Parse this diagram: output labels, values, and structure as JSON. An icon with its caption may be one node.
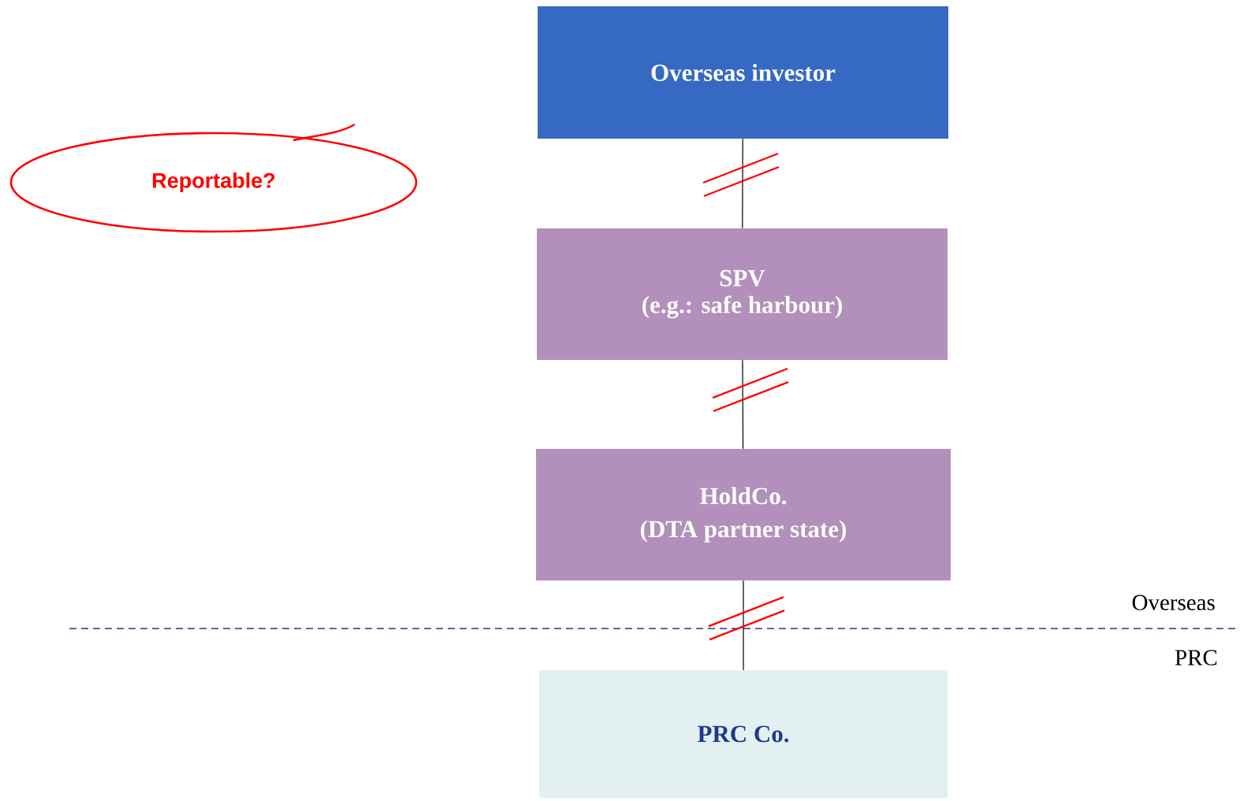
{
  "diagram": {
    "nodes": [
      {
        "text": [
          "Overseas  investor"
        ]
      },
      {
        "text": [
          "SPV",
          "(e.g.: safe harbour)"
        ]
      },
      {
        "text": [
          "HoldCo.",
          "(DTA partner state)"
        ]
      },
      {
        "text": [
          "PRC Co."
        ]
      },
      {
        "text": [
          "Reportable?"
        ]
      }
    ],
    "edges": [
      {
        "from": 0,
        "to": 1,
        "arrow": "none"
      },
      {
        "from": 1,
        "to": 2,
        "arrow": "none"
      },
      {
        "from": 2,
        "to": 3,
        "arrow": "none"
      }
    ],
    "labels": [
      "Overseas",
      "PRC"
    ]
  }
}
